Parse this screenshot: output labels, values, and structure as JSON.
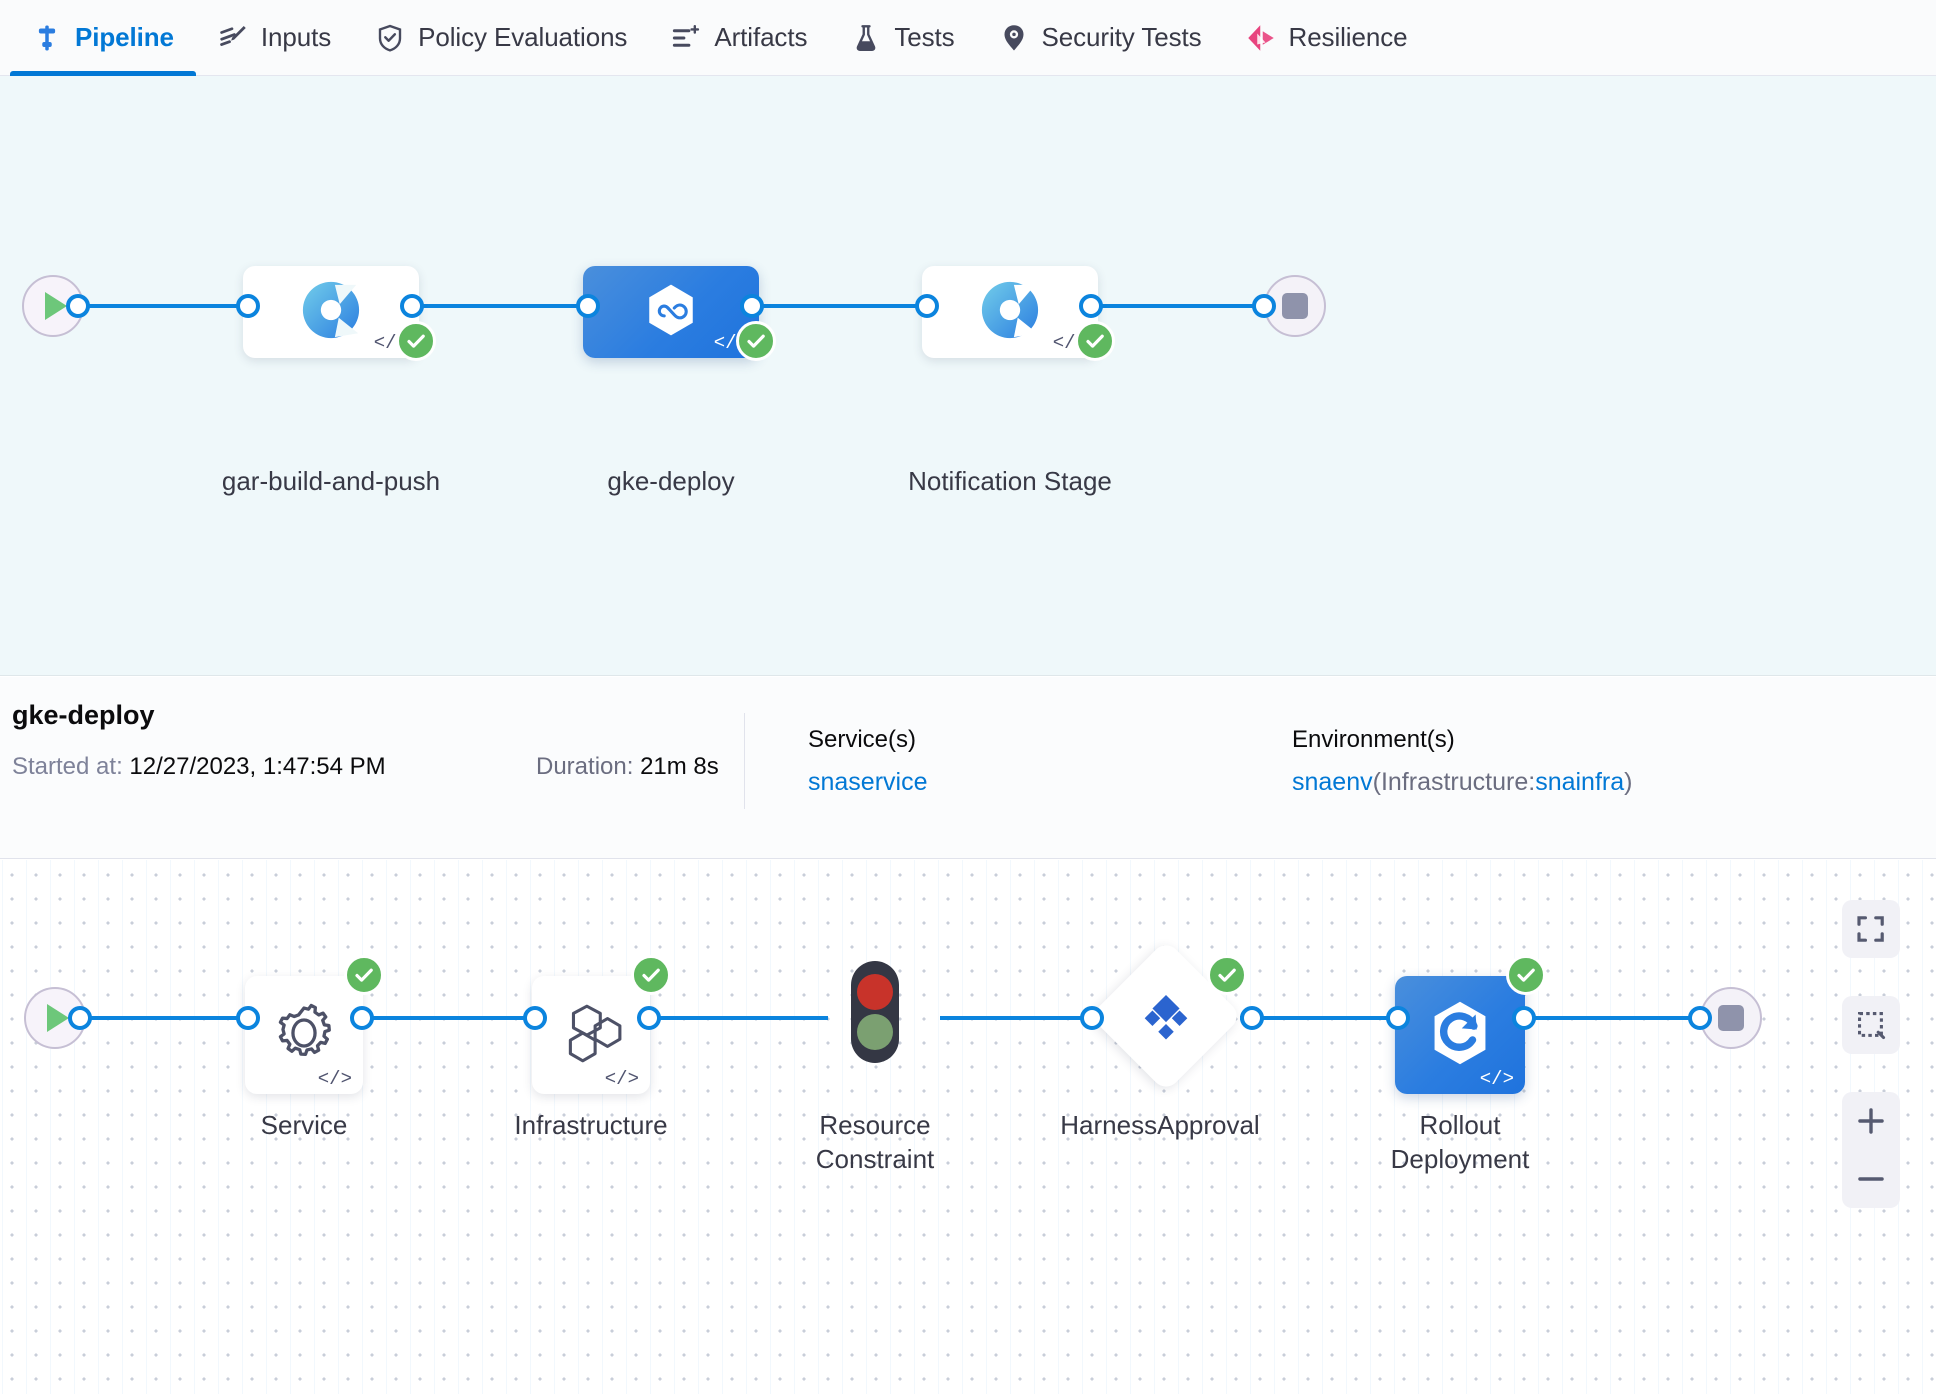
{
  "tabs": [
    {
      "label": "Pipeline",
      "icon": "pipeline-icon",
      "active": true
    },
    {
      "label": "Inputs",
      "icon": "inputs-pencil-icon",
      "active": false
    },
    {
      "label": "Policy Evaluations",
      "icon": "policy-shield-icon",
      "active": false
    },
    {
      "label": "Artifacts",
      "icon": "artifacts-list-icon",
      "active": false
    },
    {
      "label": "Tests",
      "icon": "tests-flask-icon",
      "active": false
    },
    {
      "label": "Security Tests",
      "icon": "security-shield-icon",
      "active": false
    },
    {
      "label": "Resilience",
      "icon": "resilience-icon",
      "active": false
    }
  ],
  "pipeline_graph": {
    "start_icon": "play-icon",
    "end_icon": "stop-icon",
    "stages": [
      {
        "label": "gar-build-and-push",
        "icon": "harness-ci-icon",
        "status": "success",
        "selected": false,
        "has_code_tag": true
      },
      {
        "label": "gke-deploy",
        "icon": "harness-cd-icon",
        "status": "success",
        "selected": true,
        "has_code_tag": true
      },
      {
        "label": "Notification Stage",
        "icon": "harness-ci-icon",
        "status": "success",
        "selected": false,
        "has_code_tag": true
      }
    ]
  },
  "details": {
    "title": "gke-deploy",
    "started_label": "Started at:",
    "started_value": "12/27/2023, 1:47:54 PM",
    "duration_label": "Duration:",
    "duration_value": "21m 8s",
    "service": {
      "heading": "Service(s)",
      "value": "snaservice"
    },
    "environment": {
      "heading": "Environment(s)",
      "env": "snaenv",
      "infra_prefix": "(Infrastructure:",
      "infra": "snainfra",
      "infra_suffix": ")"
    }
  },
  "stage_graph": {
    "start_icon": "play-icon",
    "end_icon": "stop-icon",
    "steps": [
      {
        "label": "Service",
        "icon": "gear-icon",
        "status": "success",
        "shape": "rect",
        "selected": false,
        "has_code_tag": true
      },
      {
        "label": "Infrastructure",
        "icon": "hexagons-icon",
        "status": "success",
        "shape": "rect",
        "selected": false,
        "has_code_tag": true
      },
      {
        "label": "Resource Constraint",
        "icon": "traffic-light-icon",
        "status": "none",
        "shape": "bare",
        "selected": false,
        "has_code_tag": false
      },
      {
        "label": "HarnessApproval",
        "icon": "approval-diamond-icon",
        "status": "success",
        "shape": "diamond",
        "selected": false,
        "has_code_tag": false
      },
      {
        "label": "Rollout Deployment",
        "icon": "rollout-icon",
        "status": "success",
        "shape": "rect",
        "selected": true,
        "has_code_tag": true
      }
    ]
  },
  "zoom_controls": [
    {
      "name": "fit-to-screen-button",
      "icon": "fit-screen-icon"
    },
    {
      "name": "selection-box-button",
      "icon": "dashed-square-icon"
    },
    {
      "name": "zoom-in-button",
      "icon": "plus-icon"
    },
    {
      "name": "zoom-out-button",
      "icon": "minus-icon"
    }
  ],
  "colors": {
    "accent_blue": "#0278d5",
    "edge_blue": "#0b84de",
    "success_green": "#5fb85f",
    "selected_node": "#2b7de0",
    "canvas_top_bg": "#eff8fa",
    "resilience_pink": "#e8447f"
  }
}
